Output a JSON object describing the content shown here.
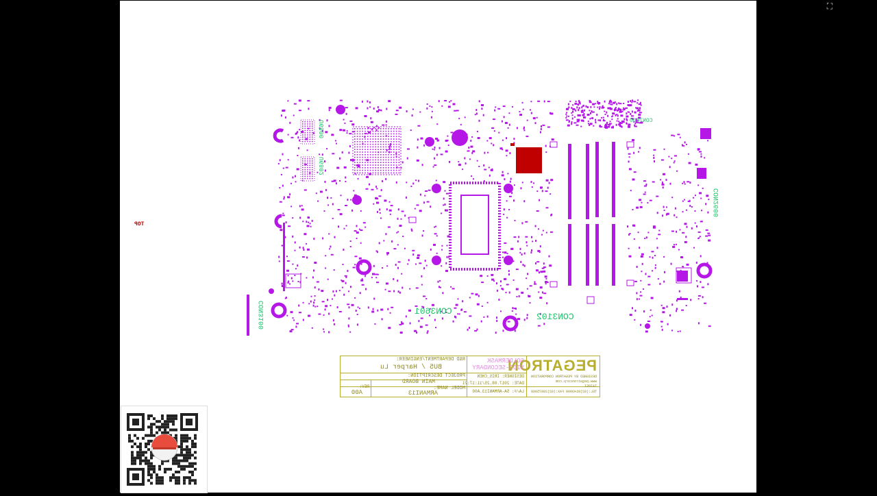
{
  "viewer": {
    "exit_fullscreen_icon": "⛶"
  },
  "board": {
    "side_label": "TOP",
    "connectors": {
      "con3601": "CON3601",
      "con3102": "CON3102",
      "con3100": "CON3100",
      "con2600": "CON2600",
      "con7600": "CON7600",
      "u6800": "U6800",
      "u6802": "U6802"
    }
  },
  "title_block": {
    "dept": "R&D DEPARTMENT/ENGINEER:",
    "engineer": "BU5 / Harper Lu",
    "project_desc_label": "PROJECT DESCRIPTION:",
    "project_desc": "MAIN BOARD",
    "model_label": "MODEL NAME:",
    "model": "ARMANI13",
    "rev_label": "REV:",
    "rev": "A00",
    "solder_side": "SOLDERMASK",
    "side_secondary": "SIDE-SECONDARY",
    "designer": "DESIGNER: IRIS_CHEN",
    "date": "DATE: 2017.08.25/11:17:21",
    "layer": "LA/#: 5A-ARMANI13.A00",
    "company": "PEGATRON",
    "designed_by": "DESIGNED BY PEGATRON CORPORATION",
    "website": "www.pegatroncorp.com",
    "location": "TAIPEI",
    "tel": "TEL:(02)8143998  FAX:(02)28075968"
  },
  "colors": {
    "background": "#000000",
    "page": "#ffffff",
    "component": "#b517e6",
    "silkscreen": "#1fc36a",
    "title_border": "#b7ae2e",
    "marker_red": "#c00000"
  }
}
